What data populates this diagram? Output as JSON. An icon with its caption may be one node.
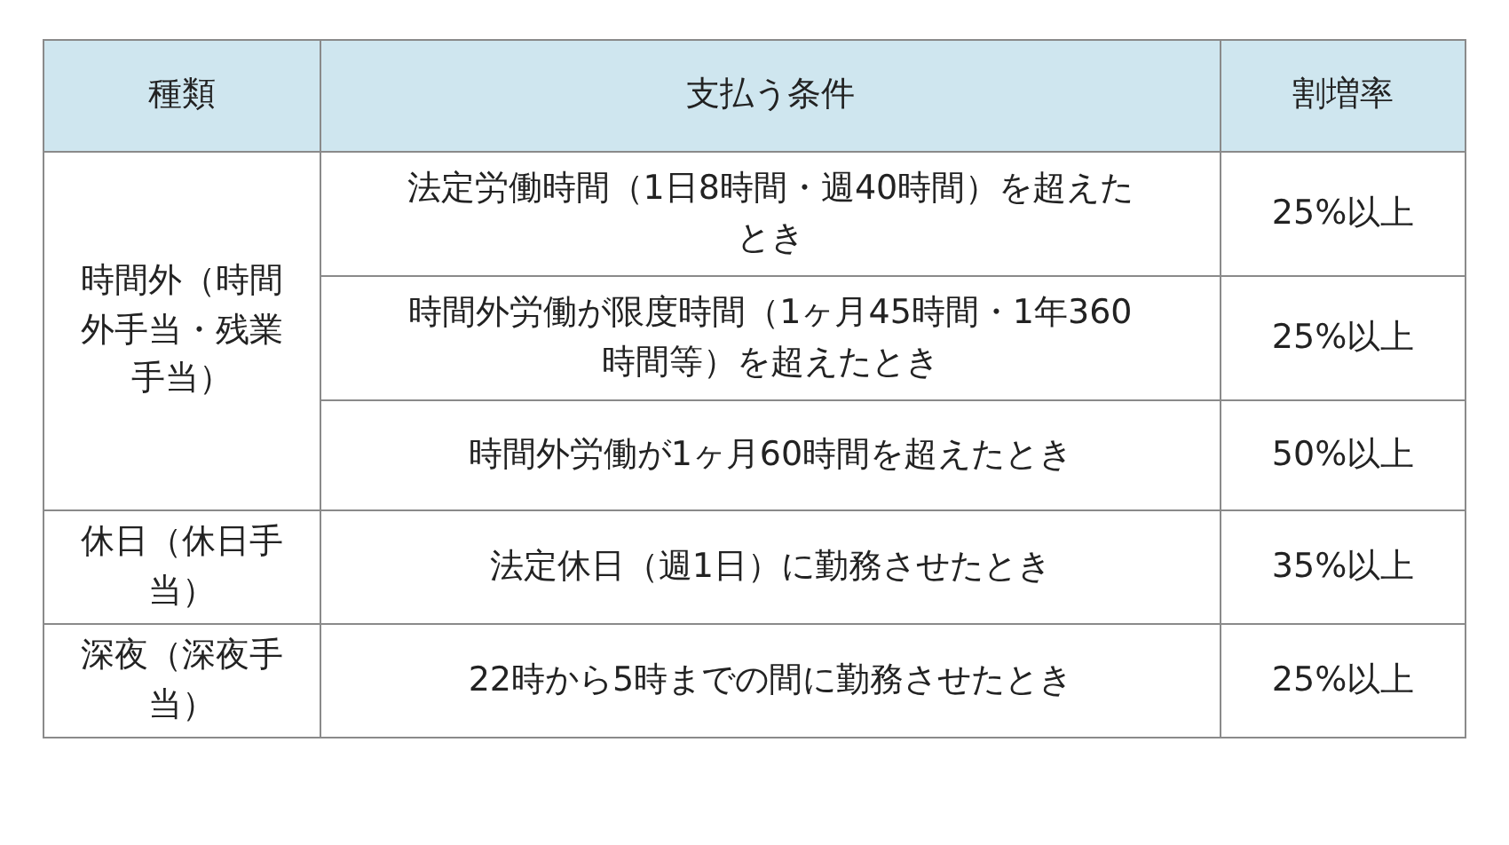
{
  "diagram": {
    "labels": [
      "種類",
      "支払う条件",
      "割増率",
      "時間外（時間外手当・残業手当）",
      "法定労働時間（1日8時間・週40時間）を超えたとき",
      "25%以上",
      "時間外労働が限度時間（1ヶ月45時間・1年360時間等）を超えたとき",
      "25%以上",
      "時間外労働が1ヶ月60時間を超えたとき",
      "50%以上",
      "休日（休日手当）",
      "法定休日（週1日）に勤務させたとき",
      "35%以上",
      "深夜（深夜手当）",
      "22時から5時までの間に勤務させたとき",
      "25%以上"
    ]
  }
}
